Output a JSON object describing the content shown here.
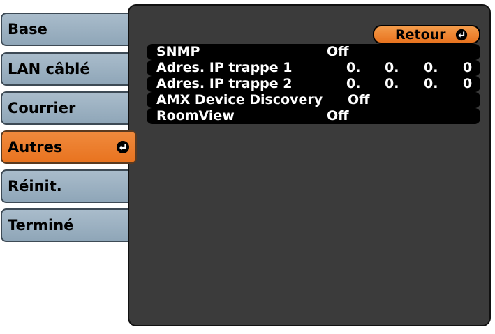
{
  "sidebar": {
    "tabs": [
      {
        "label": "Base"
      },
      {
        "label": "LAN câblé"
      },
      {
        "label": "Courrier"
      },
      {
        "label": "Autres"
      },
      {
        "label": "Réinit."
      },
      {
        "label": "Terminé"
      }
    ],
    "active_tab": "Autres"
  },
  "main": {
    "return_button": {
      "label": "Retour"
    },
    "rows": [
      {
        "label": "SNMP",
        "value": "Off"
      },
      {
        "label": "Adres. IP trappe 1",
        "octets": [
          "0.",
          "0.",
          "0.",
          "0"
        ]
      },
      {
        "label": "Adres. IP trappe 2",
        "octets": [
          "0.",
          "0.",
          "0.",
          "0"
        ]
      },
      {
        "label": "AMX Device Discovery",
        "value": "Off"
      },
      {
        "label": "RoomView",
        "value": "Off"
      }
    ]
  },
  "icons": {
    "enter": "enter-icon"
  },
  "colors": {
    "tab_inactive": "#9fb4c5",
    "tab_active": "#ea7a25",
    "panel_bg": "#3b3b3b",
    "row_bg": "#000000",
    "row_text": "#ffffff"
  }
}
